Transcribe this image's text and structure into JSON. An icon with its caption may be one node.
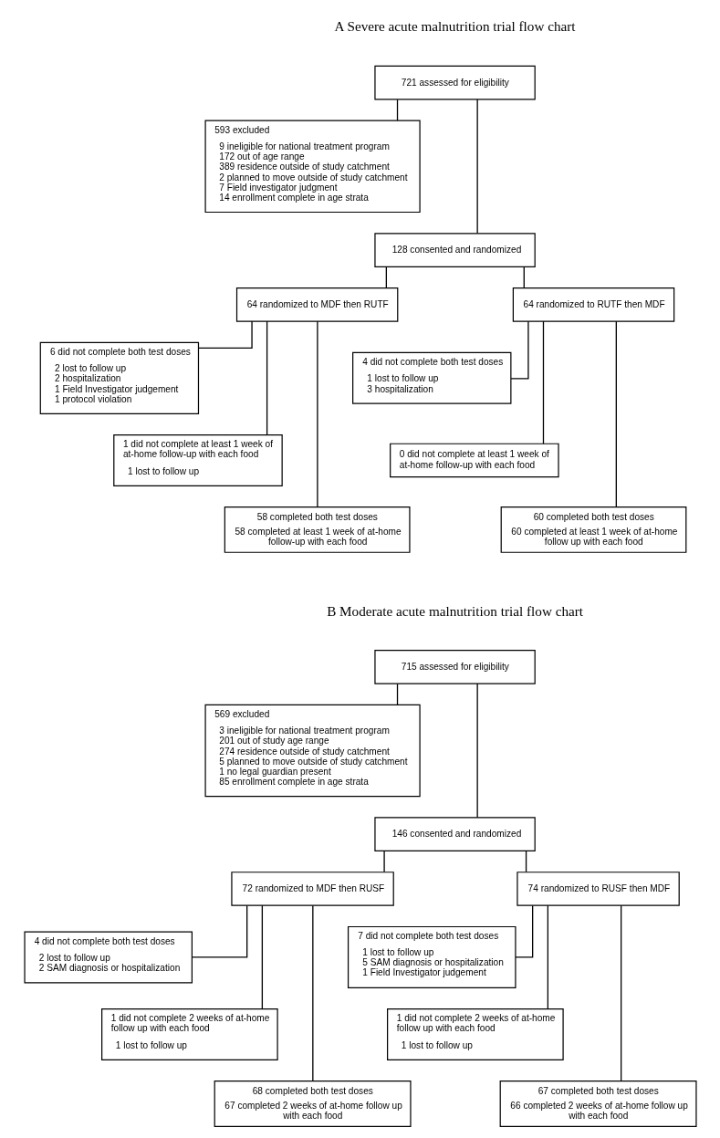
{
  "diagram": {
    "nodes": [
      {
        "text": [
          "721 assessed for eligibility"
        ]
      },
      {
        "text": [
          "593 excluded",
          "9 ineligible for national treatment program",
          "172 out of age range",
          "389 residence outside of study catchment",
          "2 planned to move outside of study catchment",
          "7 Field investigator judgment",
          "14 enrollment complete in age strata"
        ]
      },
      {
        "text": [
          "128 consented and randomized"
        ]
      },
      {
        "text": [
          "64 randomized to MDF then RUTF"
        ]
      },
      {
        "text": [
          "64 randomized to RUTF then MDF"
        ]
      },
      {
        "text": [
          "6 did not complete both test doses",
          "2 lost to follow up",
          "2 hospitalization",
          "1 Field Investigator judgement",
          "1 protocol violation"
        ]
      },
      {
        "text": [
          "1 did not complete at least 1 week of at-home follow-up with each food",
          "1 lost to follow up"
        ]
      },
      {
        "text": [
          "58 completed both test doses",
          "58 completed at least 1 week of at-home follow-up with each food"
        ]
      },
      {
        "text": [
          "4 did not complete both test doses",
          "1 lost to follow up",
          "3 hospitalization"
        ]
      },
      {
        "text": [
          "0 did not complete at least 1 week of at-home follow-up with each food"
        ]
      },
      {
        "text": [
          "60 completed both test doses",
          "60 completed at least 1 week of at-home follow up with each food"
        ]
      },
      {
        "text": [
          "715 assessed for eligibility"
        ]
      },
      {
        "text": [
          "569 excluded",
          "3 ineligible for national treatment program",
          "201 out of study age range",
          "274 residence outside of study catchment",
          "5 planned to move outside of study catchment",
          "1 no legal guardian present",
          "85 enrollment complete in age strata"
        ]
      },
      {
        "text": [
          "146 consented and randomized"
        ]
      },
      {
        "text": [
          "72 randomized to MDF then RUSF"
        ]
      },
      {
        "text": [
          "74 randomized to RUSF then MDF"
        ]
      },
      {
        "text": [
          "4 did not complete both test doses",
          "2 lost to follow up",
          "2 SAM diagnosis or hospitalization"
        ]
      },
      {
        "text": [
          "1 did not complete 2 weeks of at-home follow up with each food",
          "1 lost to follow up"
        ]
      },
      {
        "text": [
          "68 completed both test doses",
          "67 completed 2 weeks of at-home follow up with each food"
        ]
      },
      {
        "text": [
          "7 did not complete both test doses",
          "1 lost to follow up",
          "5 SAM diagnosis or hospitalization",
          "1 Field Investigator judgement"
        ]
      },
      {
        "text": [
          "1 did not complete 2 weeks of at-home follow up with each food",
          "1 lost to follow up"
        ]
      },
      {
        "text": [
          "67 completed both test doses",
          "66 completed 2 weeks of at-home follow up with each food"
        ]
      }
    ],
    "edges": [
      {
        "from": 0,
        "to": 1,
        "arrow": "none"
      },
      {
        "from": 0,
        "to": 2,
        "arrow": "none"
      },
      {
        "from": 2,
        "to": 3,
        "arrow": "none"
      },
      {
        "from": 2,
        "to": 4,
        "arrow": "none"
      },
      {
        "from": 3,
        "to": 5,
        "arrow": "none"
      },
      {
        "from": 3,
        "to": 6,
        "arrow": "none"
      },
      {
        "from": 3,
        "to": 7,
        "arrow": "none"
      },
      {
        "from": 4,
        "to": 8,
        "arrow": "none"
      },
      {
        "from": 4,
        "to": 9,
        "arrow": "none"
      },
      {
        "from": 4,
        "to": 10,
        "arrow": "none"
      },
      {
        "from": 11,
        "to": 12,
        "arrow": "none"
      },
      {
        "from": 11,
        "to": 13,
        "arrow": "none"
      },
      {
        "from": 13,
        "to": 14,
        "arrow": "none"
      },
      {
        "from": 13,
        "to": 15,
        "arrow": "none"
      },
      {
        "from": 14,
        "to": 16,
        "arrow": "none"
      },
      {
        "from": 14,
        "to": 17,
        "arrow": "none"
      },
      {
        "from": 14,
        "to": 18,
        "arrow": "none"
      },
      {
        "from": 15,
        "to": 19,
        "arrow": "none"
      },
      {
        "from": 15,
        "to": 20,
        "arrow": "none"
      },
      {
        "from": 15,
        "to": 21,
        "arrow": "none"
      }
    ],
    "labels": [
      "A Severe acute malnutrition trial flow chart",
      "B Moderate acute malnutrition trial flow chart"
    ]
  }
}
